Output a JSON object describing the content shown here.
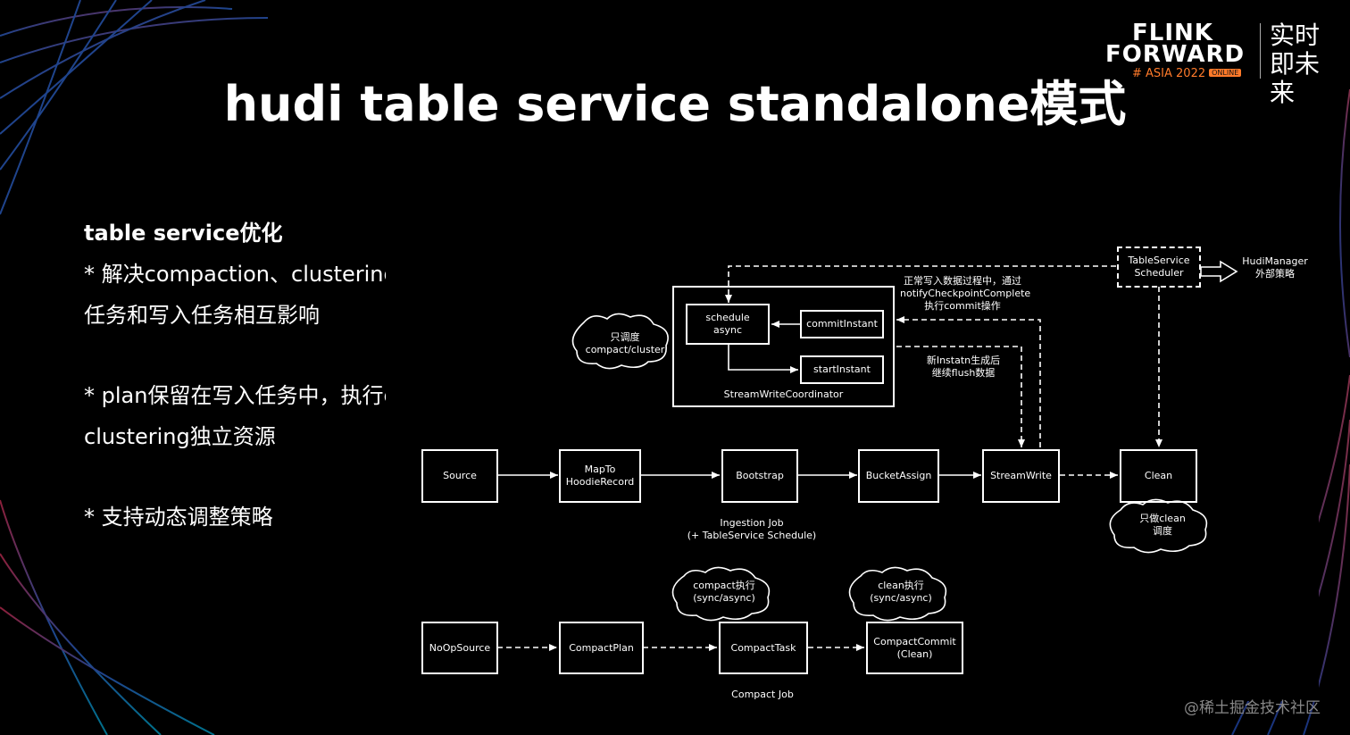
{
  "title": "hudi table service standalone模式",
  "logo": {
    "line1": "FLINK",
    "line2": "FORWARD",
    "line3": "# ASIA 2022",
    "badge": "ONLINE",
    "cn": "实时即未来"
  },
  "left": {
    "heading": "table service优化",
    "p1a": "* 解决compaction、clustering等耗资源多的",
    "p1b": "任务和写入任务相互影响",
    "p2a": "* plan保留在写入任务中，执行compaction",
    "p2b": "clustering独立资源",
    "p3": "* 支持动态调整策略"
  },
  "diagram": {
    "coordinator": "StreamWriteCoordinator",
    "schedule_a": "schedule",
    "schedule_b": "async",
    "commit_instant": "commitInstant",
    "start_instant": "startInstant",
    "cloud_schedule_a": "只调度",
    "cloud_schedule_b": "compact/cluster",
    "note1_a": "正常写入数据过程中，通过",
    "note1_b": "notifyCheckpointComplete",
    "note1_c": "执行commit操作",
    "note2_a": "新Instatn生成后",
    "note2_b": "继续flush数据",
    "tableservice_a": "TableService",
    "tableservice_b": "Scheduler",
    "hudimanager_a": "HudiManager",
    "hudimanager_b": "外部策略",
    "source": "Source",
    "mapto_a": "MapTo",
    "mapto_b": "HoodieRecord",
    "bootstrap": "Bootstrap",
    "bucketassign": "BucketAssign",
    "streamwrite": "StreamWrite",
    "clean": "Clean",
    "cloud_clean_a": "只做clean",
    "cloud_clean_b": "调度",
    "ingestion_a": "Ingestion Job",
    "ingestion_b": "(+ TableService Schedule)",
    "noopsource": "NoOpSource",
    "compactplan": "CompactPlan",
    "compacttask": "CompactTask",
    "compactcommit_a": "CompactCommit",
    "compactcommit_b": "(Clean)",
    "cloud_compact_a": "compact执行",
    "cloud_compact_b": "(sync/async)",
    "cloud_cleanexec_a": "clean执行",
    "cloud_cleanexec_b": "(sync/async)",
    "compact_job": "Compact Job"
  },
  "watermark": "@稀土掘金技术社区",
  "colors": {
    "background": "#000000",
    "accent": "#ff7a2a"
  }
}
